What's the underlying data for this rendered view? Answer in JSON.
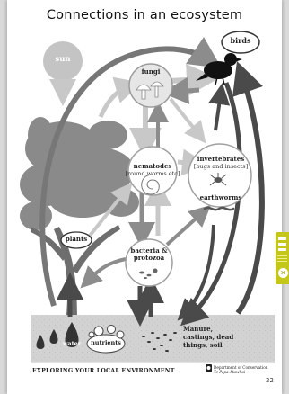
{
  "diagram": {
    "title": "Connections in an ecosystem",
    "nodes": {
      "sun": "sun",
      "birds": "birds",
      "fungi": "fungi",
      "nematodes": "nematodes",
      "nematodes_note": "[round worms etc]",
      "invertebrates": "invertebrates",
      "invertebrates_note": "[bugs and insects]",
      "earthworms": "earthworms",
      "plants": "plants",
      "bacteria": "bacteria &",
      "protozoa": "protozoa",
      "water": "water",
      "nutrients": "nutrients",
      "soil_line1": "Manure,",
      "soil_line2": "castings, dead",
      "soil_line3": "things, soil"
    }
  },
  "footer": {
    "left": "EXPLORING YOUR LOCAL ENVIRONMENT",
    "doc_line1": "Department of Conservation",
    "doc_line2": "Te Papa Atawhai",
    "page_number": "22"
  },
  "colors": {
    "dark_arrow": "#4a4a4a",
    "mid_arrow": "#8c8c8c",
    "light_arrow": "#c8c8c8",
    "tree": "#8a8a8a",
    "soil": "#d2d2d2",
    "side_tab": "#c5c61a"
  }
}
